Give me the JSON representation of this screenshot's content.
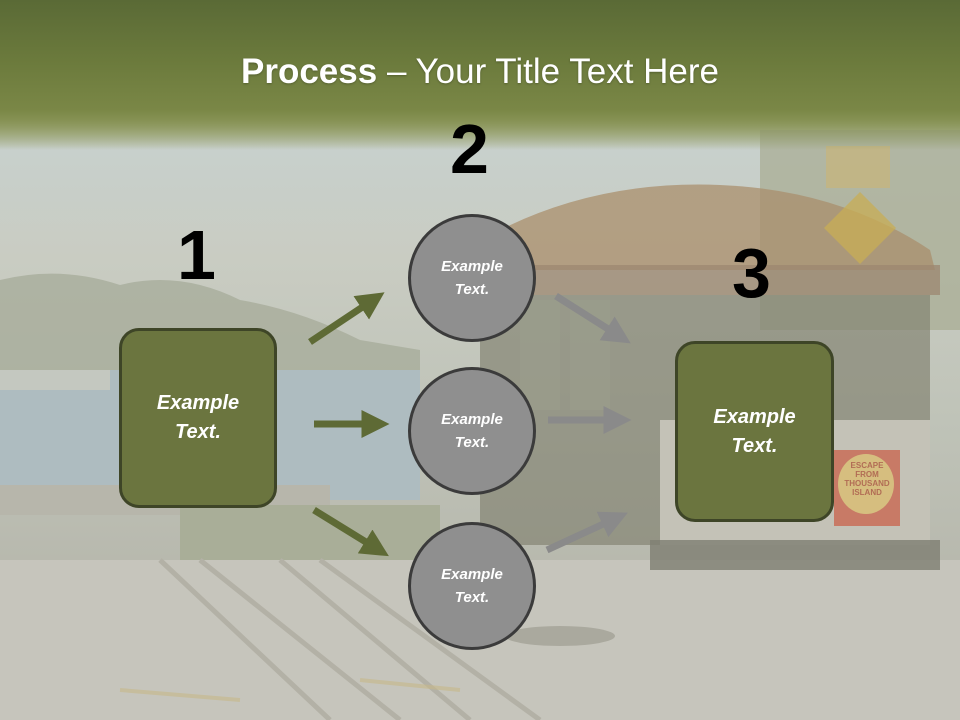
{
  "title": {
    "bold": "Process",
    "rest": " – Your Title Text Here"
  },
  "steps": [
    {
      "number": "1"
    },
    {
      "number": "2"
    },
    {
      "number": "3"
    }
  ],
  "left_box": {
    "line1": "Example",
    "line2": "Text."
  },
  "circles": [
    {
      "line1": "Example",
      "line2": "Text."
    },
    {
      "line1": "Example",
      "line2": "Text."
    },
    {
      "line1": "Example",
      "line2": "Text."
    }
  ],
  "right_box": {
    "line1": "Example",
    "line2": "Text."
  },
  "sign": {
    "line1": "ESCAPE",
    "line2": "FROM",
    "line3": "THOUSAND",
    "line4": "ISLAND"
  },
  "colors": {
    "banner": "#6b7a3c",
    "box_fill": "#6b753f",
    "circle_fill": "#8f8f8f",
    "arrow_green": "#5e6a35",
    "arrow_gray": "#8a8a8a"
  }
}
